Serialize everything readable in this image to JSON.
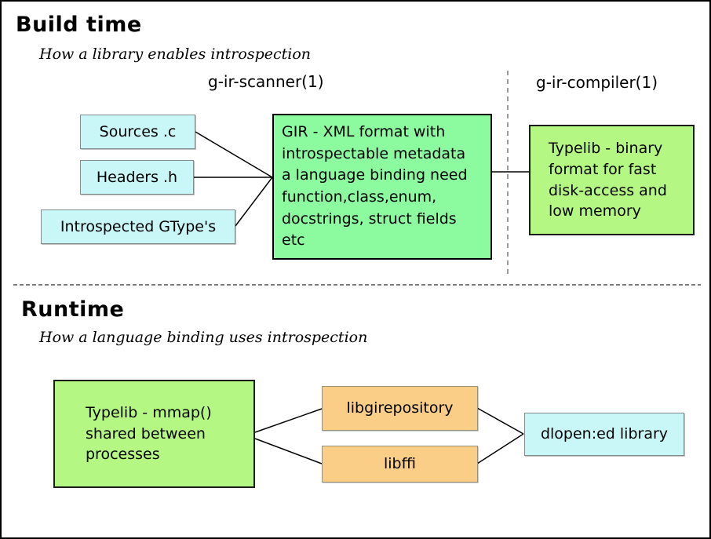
{
  "build_section": {
    "title": "Build time",
    "subtitle": "How a library enables introspection",
    "scanner_label": "g-ir-scanner(1)",
    "compiler_label": "g-ir-compiler(1)",
    "nodes": {
      "sources": {
        "label": "Sources .c"
      },
      "headers": {
        "label": "Headers .h"
      },
      "gtypes": {
        "label": "Introspected GType's"
      },
      "gir": {
        "label": "GIR - XML format with\nintrospectable metadata\na language binding need\nfunction,class,enum,\ndocstrings, struct fields\netc"
      },
      "typelib_binary": {
        "label": "Typelib - binary\nformat for fast\ndisk-access and\nlow memory"
      }
    }
  },
  "runtime_section": {
    "title": "Runtime",
    "subtitle": "How a language binding uses introspection",
    "nodes": {
      "typelib_mmap": {
        "label": "Typelib - mmap()\nshared between\nprocesses"
      },
      "libgirepository": {
        "label": "libgirepository"
      },
      "libffi": {
        "label": "libffi"
      },
      "dlopened": {
        "label": "dlopen:ed library"
      }
    }
  },
  "colors": {
    "cyan_fill": "#c9f6f6",
    "cyan_border": "#848b8b",
    "spring_green_fill": "#8cfa9f",
    "yellow_green_fill": "#b4f883",
    "green_border": "#000000",
    "orange_fill": "#fbce87",
    "orange_border": "#96917a",
    "connector_line": "#000000",
    "vertical_divider": "#9a9a9a",
    "horizontal_divider": "#4d4d4d"
  }
}
